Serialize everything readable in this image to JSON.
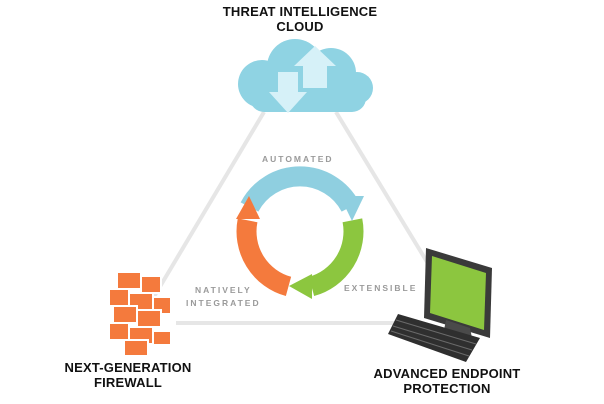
{
  "nodes": {
    "cloud": {
      "line1": "THREAT INTELLIGENCE",
      "line2": "CLOUD",
      "icon": "cloud-sync-icon"
    },
    "firewall": {
      "line1": "NEXT-GENERATION",
      "line2": "FIREWALL",
      "icon": "brick-wall-icon"
    },
    "endpoint": {
      "line1": "ADVANCED ENDPOINT",
      "line2": "PROTECTION",
      "icon": "desktop-computer-icon"
    }
  },
  "edges": {
    "automated": "AUTOMATED",
    "natively_line1": "NATIVELY",
    "natively_line2": "INTEGRATED",
    "extensible": "EXTENSIBLE"
  },
  "colors": {
    "cloud": "#8fd3e3",
    "cloud_arrows": "#d6f1f8",
    "ring_blue": "#8fcfe0",
    "ring_green": "#8cc63f",
    "ring_orange": "#f47a3d",
    "firewall": "#f47a3d",
    "monitor_screen": "#8cc63f",
    "triangle": "#e6e6e6",
    "edge_text": "#9a9a9a"
  }
}
